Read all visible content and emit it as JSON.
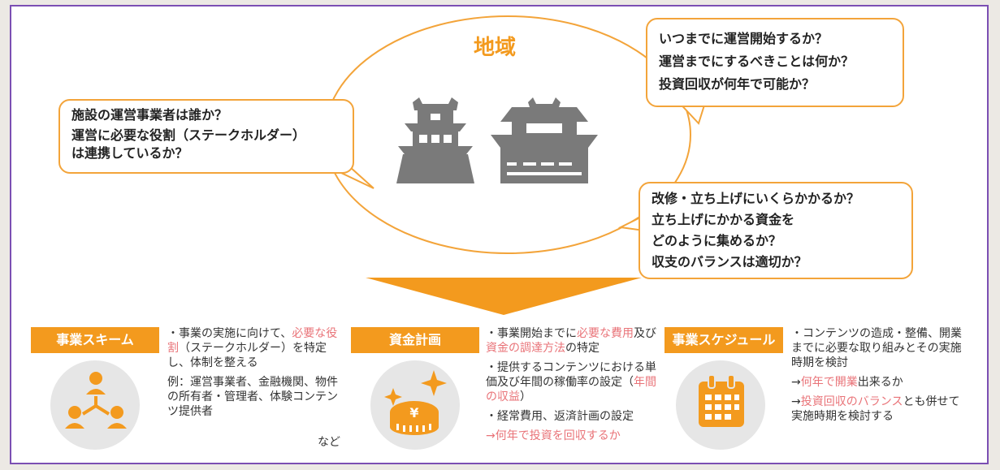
{
  "region": {
    "title": "地域"
  },
  "bubbles": {
    "operator": {
      "line1": "施設の運営事業者は誰か？",
      "line2": "運営に必要な役割（ステークホルダー）",
      "line3": "は連携しているか？"
    },
    "schedule": {
      "line1": "いつまでに運営開始するか？",
      "line2": "運営までにするべきことは何か？",
      "line3": "投資回収が何年で可能か？"
    },
    "funding": {
      "line1": "改修・立ち上げにいくらかかるか？",
      "line2": "立ち上げにかかる資金を",
      "line3": "どのように集めるか？",
      "line4": "収支のバランスは適切か？"
    }
  },
  "columns": {
    "scheme": {
      "tag": "事業スキーム",
      "p1_a": "・事業の実施に向けて、",
      "p1_b": "必要な役割",
      "p1_c": "（ステークホルダー）を特定し、体制を整える",
      "p2": "例：運営事業者、金融機関、物件の所有者・管理者、体験コンテンツ提供者",
      "note": "など",
      "icon": "stakeholder-network-icon"
    },
    "plan": {
      "tag": "資金計画",
      "p1_a": "・事業開始までに",
      "p1_b": "必要な費用",
      "p1_c": "及び",
      "p1_d": "資金の調達方法",
      "p1_e": "の特定",
      "p2_a": "・提供するコンテンツにおける単価及び年間の稼働率の設定（",
      "p2_b": "年間の収益",
      "p2_c": "）",
      "p3": "・経常費用、返済計画の設定",
      "p4": "→何年で投資を回収するか",
      "icon": "yen-coin-icon"
    },
    "timeline": {
      "tag": "事業スケジュール",
      "p1": "・コンテンツの造成・整備、開業までに必要な取り組みとその実施時期を検討",
      "p2_a": "→",
      "p2_b": "何年で開業",
      "p2_c": "出来るか",
      "p3_a": "→",
      "p3_b": "投資回収のバランス",
      "p3_c": "とも併せて実施時期を検討する",
      "icon": "calendar-icon"
    }
  },
  "colors": {
    "accent": "#f39a1e",
    "highlight": "#e97378",
    "frame": "#7b4fb3",
    "icon_bg": "#e6e6e6"
  }
}
